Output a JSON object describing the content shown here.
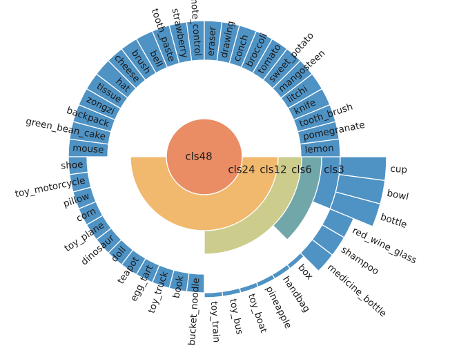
{
  "chart_data": {
    "type": "sunburst",
    "title": "",
    "levels": [
      {
        "name": "cls48",
        "color": "#ea8c64",
        "leaves": [
          "mouse",
          "green_bean_cake",
          "backpack",
          "zongzi",
          "tissue",
          "hat",
          "cheese",
          "brush",
          "bell",
          "tooth_paste",
          "strawberry",
          "remote_control",
          "eraser",
          "drawing",
          "conch",
          "broccoli",
          "tomato",
          "sweet_potato",
          "mangosteen",
          "litchi",
          "knife",
          "tooth_brush",
          "pomegranate",
          "lemon"
        ]
      },
      {
        "name": "cls24",
        "color": "#f1b96e",
        "leaves": [
          "bucket_noodle",
          "book",
          "toy_truck",
          "egg_tart",
          "teapot",
          "doll",
          "dinosaur",
          "toy_plane",
          "corn",
          "pillow",
          "toy_motorcycle",
          "shoe"
        ]
      },
      {
        "name": "cls12",
        "color": "#cccc8c",
        "leaves": [
          "box",
          "handbag",
          "pineapple",
          "toy_boat",
          "toy_bus",
          "toy_train"
        ]
      },
      {
        "name": "cls6",
        "color": "#72a7a9",
        "leaves": [
          "red_wine_glass",
          "shampoo",
          "medicine_bottle"
        ]
      },
      {
        "name": "cls3",
        "color": "#4f92c4",
        "leaves": [
          "cup",
          "bowl",
          "bottle"
        ]
      }
    ],
    "leaf_color": "#4f92c4"
  }
}
